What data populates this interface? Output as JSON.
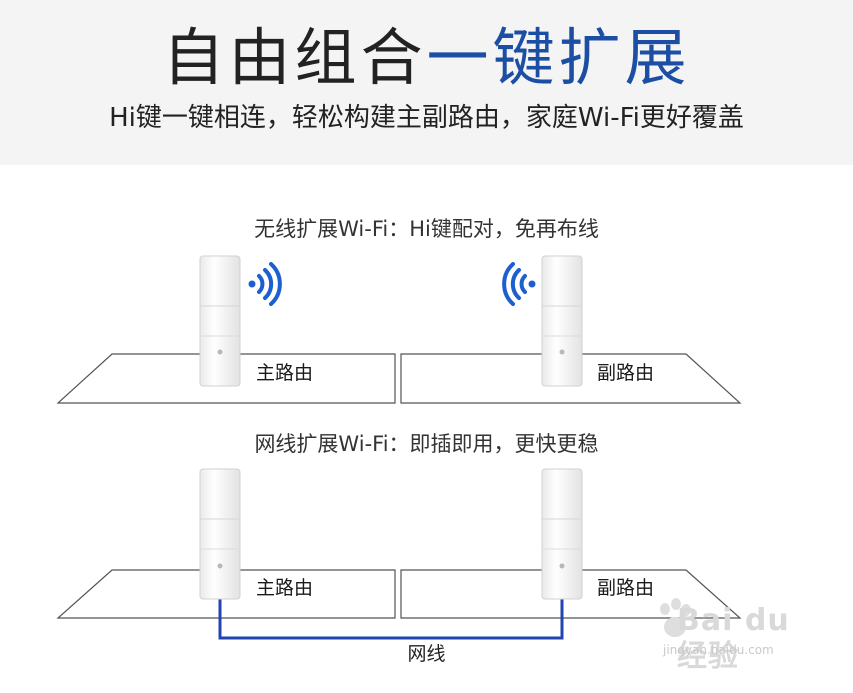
{
  "header": {
    "title_prefix": "自由组合",
    "title_accent": "一键扩展",
    "subtitle": "Hi键一键相连，轻松构建主副路由，家庭Wi-Fi更好覆盖"
  },
  "wireless_section": {
    "caption": "无线扩展Wi-Fi：Hi键配对，免再布线",
    "main_router_label": "主路由",
    "sub_router_label": "副路由"
  },
  "wired_section": {
    "caption": "网线扩展Wi-Fi：即插即用，更快更稳",
    "main_router_label": "主路由",
    "sub_router_label": "副路由",
    "cable_label": "网线"
  },
  "watermark": {
    "brand": "Bai du 经验",
    "url": "jingyan.baidu.com"
  },
  "colors": {
    "accent": "#1c4fa3",
    "wifi_signal": "#1e5fd0",
    "cable": "#2344b0",
    "text": "#222222"
  }
}
